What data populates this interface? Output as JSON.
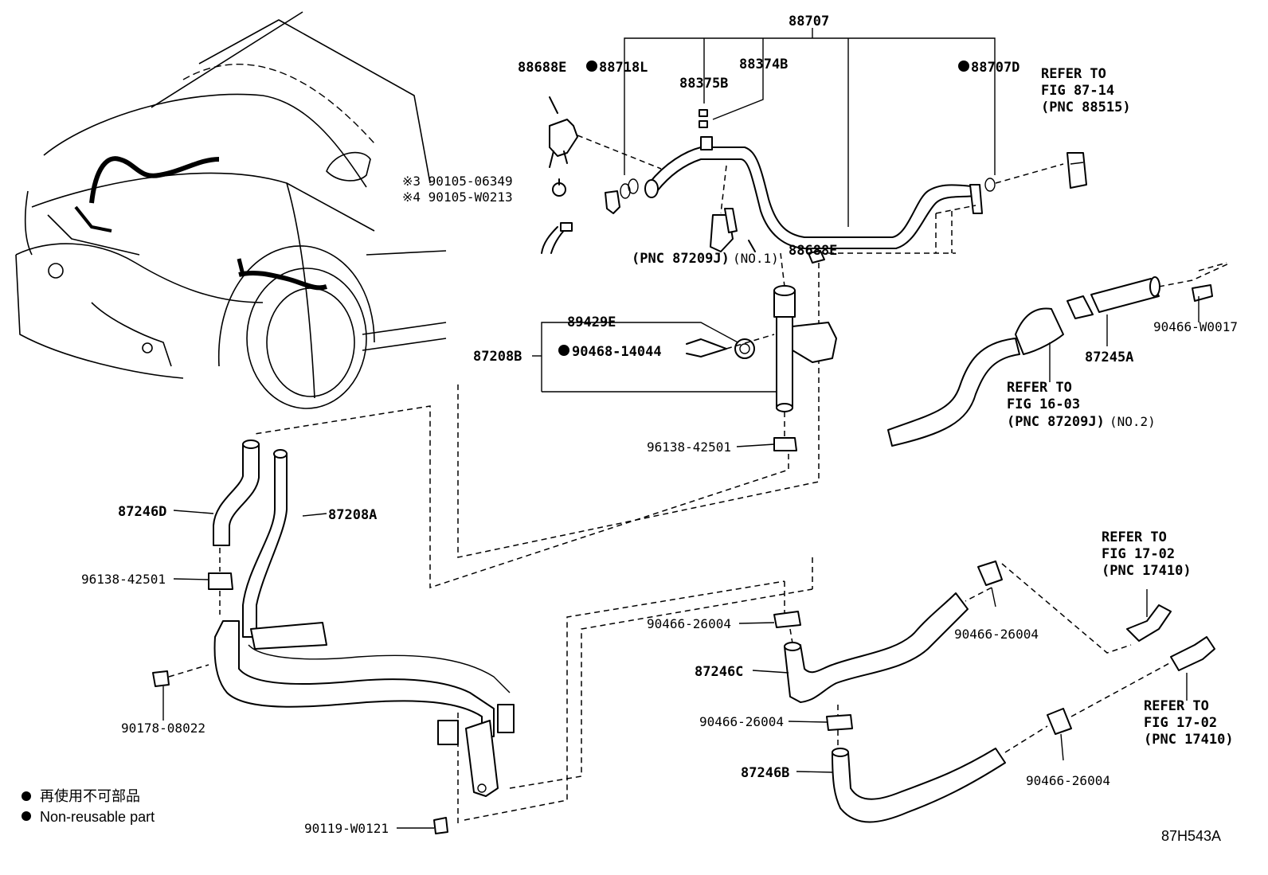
{
  "labels": {
    "p88707": "88707",
    "p88688e_top": "88688E",
    "p88718l": "88718L",
    "p88374b": "88374B",
    "p88375b": "88375B",
    "p88707d": "88707D",
    "refer_8714_l1": "REFER TO",
    "refer_8714_l2": "FIG 87-14",
    "refer_8714_l3": "(PNC 88515)",
    "bolt_note3": "※3 90105-06349",
    "bolt_note4": "※4 90105-W0213",
    "pnc_87209j_no1": "(PNC 87209J)",
    "no1": "(NO.1)",
    "p88688e_mid": "88688E",
    "p89429e": "89429E",
    "p87208b": "87208B",
    "p90468": "90468-14044",
    "p96138_a": "96138-42501",
    "p90466_w0017": "90466-W0017",
    "p87245a": "87245A",
    "refer_1603_l1": "REFER TO",
    "refer_1603_l2": "FIG 16-03",
    "refer_1603_l3": "(PNC 87209J)",
    "no2": "(NO.2)",
    "p87246d": "87246D",
    "p87208a": "87208A",
    "p96138_b": "96138-42501",
    "p90178": "90178-08022",
    "p90119": "90119-W0121",
    "p90466_a": "90466-26004",
    "p87246c": "87246C",
    "p90466_b": "90466-26004",
    "p87246b": "87246B",
    "p90466_c": "90466-26004",
    "p90466_d": "90466-26004",
    "refer_1702a_l1": "REFER TO",
    "refer_1702a_l2": "FIG 17-02",
    "refer_1702a_l3": "(PNC 17410)",
    "refer_1702b_l1": "REFER TO",
    "refer_1702b_l2": "FIG 17-02",
    "refer_1702b_l3": "(PNC 17410)"
  },
  "legend": {
    "japanese": "再使用不可部品",
    "english": "Non-reusable part"
  },
  "figure_id": "87H543A"
}
